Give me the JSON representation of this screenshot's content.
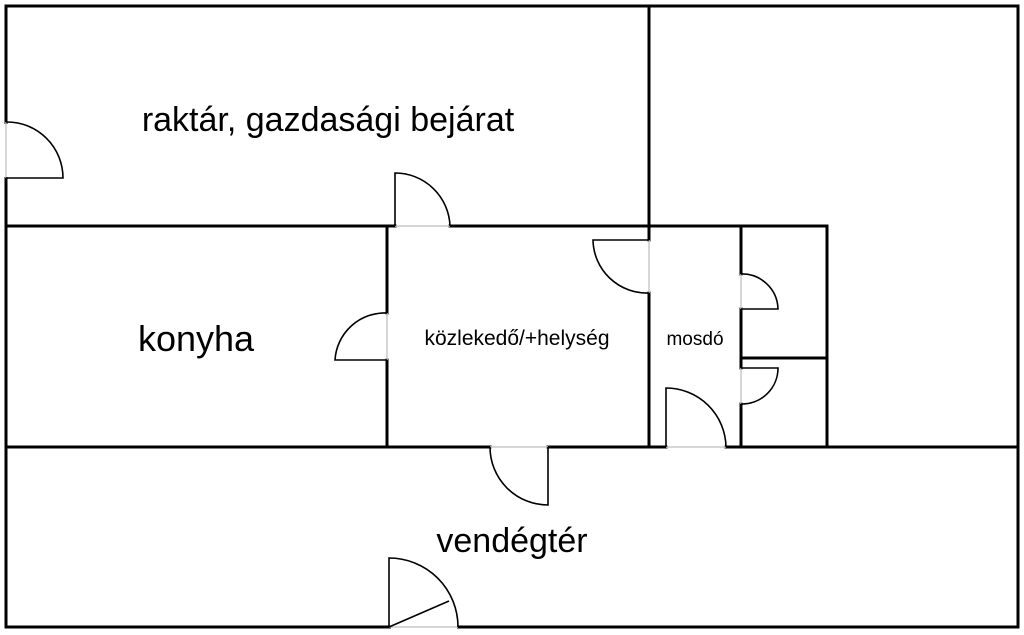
{
  "title": "Floor plan",
  "rooms": {
    "storage": "raktár, gazdasági bejárat",
    "kitchen": "konyha",
    "corridor": "közlekedő/+helység",
    "restroom": "mosdó",
    "guest_area": "vendégtér"
  },
  "colors": {
    "wall": "#000000",
    "background": "#ffffff"
  }
}
